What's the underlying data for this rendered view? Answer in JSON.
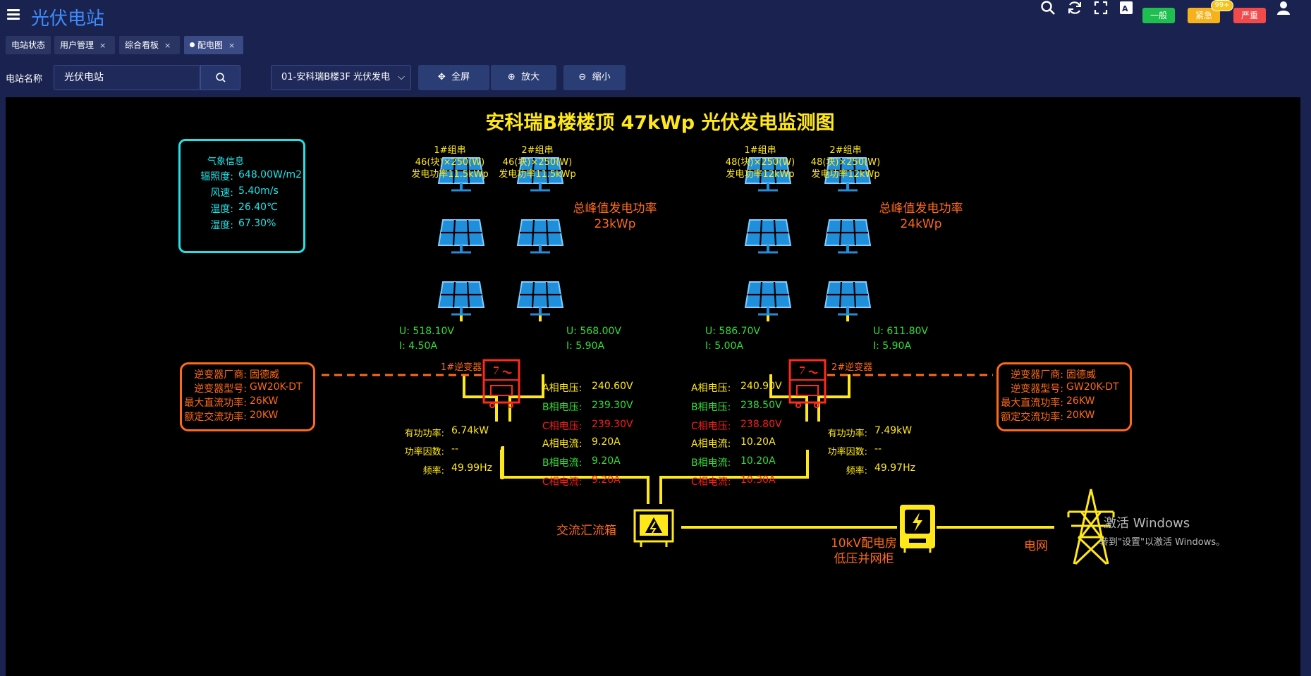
{
  "app": {
    "title": "光伏电站"
  },
  "alarms": {
    "general": "一般",
    "urgent": "紧急",
    "urgent_badge": "99+",
    "severe": "严重",
    "general_color": "#1fbf4f",
    "urgent_color": "#f6b21c",
    "severe_color": "#f24a4a"
  },
  "tabs": [
    {
      "label": "电站状态"
    },
    {
      "label": "用户管理"
    },
    {
      "label": "综合看板"
    },
    {
      "label": "配电图"
    }
  ],
  "tab_close": "×",
  "toolbar": {
    "station_label": "电站名称",
    "station_value": "光伏电站",
    "device_select": "01-安科瑞B楼3F 光伏发电",
    "fullscreen": "全屏",
    "zoom_in": "放大",
    "zoom_out": "缩小"
  },
  "diagram": {
    "title": "安科瑞B楼楼顶 47kWp 光伏发电监测图",
    "weather": {
      "heading": "气象信息",
      "irradiance_label": "辐照度:",
      "irradiance": "648.00W/m2",
      "wind_label": "风速:",
      "wind": "5.40m/s",
      "temp_label": "温度:",
      "temp": "26.40℃",
      "humidity_label": "湿度:",
      "humidity": "67.30%"
    },
    "strings": [
      {
        "name": "1#组串",
        "spec": "46(块)×250(W)",
        "power": "发电功率11.5kWp"
      },
      {
        "name": "2#组串",
        "spec": "46(块)×250(W)",
        "power": "发电功率11.5kWp"
      },
      {
        "name": "1#组串",
        "spec": "48(块)×250(W)",
        "power": "发电功率12kWp"
      },
      {
        "name": "2#组串",
        "spec": "48(块)×250(W)",
        "power": "发电功率12kWp"
      }
    ],
    "peaks": [
      {
        "label": "总峰值发电功率",
        "value": "23kWp"
      },
      {
        "label": "总峰值发电功率",
        "value": "24kWp"
      }
    ],
    "dc": [
      {
        "u": "U: 518.10V",
        "i": "I:  4.50A"
      },
      {
        "u": "U: 568.00V",
        "i": "I:  5.90A"
      },
      {
        "u": "U: 586.70V",
        "i": "I:  5.00A"
      },
      {
        "u": "U: 611.80V",
        "i": "I:  5.90A"
      }
    ],
    "inverters": [
      {
        "name": "1#逆变器",
        "maker_label": "逆变器厂商:",
        "maker": "固德威",
        "model_label": "逆变器型号:",
        "model": "GW20K-DT",
        "maxdc_label": "最大直流功率:",
        "maxdc": "26KW",
        "ratedac_label": "额定交流功率:",
        "ratedac": "20KW",
        "active_label": "有功功率:",
        "active": "6.74kW",
        "pf_label": "功率因数:",
        "pf": "--",
        "freq_label": "频率:",
        "freq": "49.99Hz",
        "phases": {
          "ua_label": "A相电压:",
          "ua": "240.60V",
          "ub_label": "B相电压:",
          "ub": "239.30V",
          "uc_label": "C相电压:",
          "uc": "239.30V",
          "ia_label": "A相电流:",
          "ia": "9.20A",
          "ib_label": "B相电流:",
          "ib": "9.20A",
          "ic_label": "C相电流:",
          "ic": "9.20A"
        }
      },
      {
        "name": "2#逆变器",
        "maker_label": "逆变器厂商:",
        "maker": "固德威",
        "model_label": "逆变器型号:",
        "model": "GW20K-DT",
        "maxdc_label": "最大直流功率:",
        "maxdc": "26KW",
        "ratedac_label": "额定交流功率:",
        "ratedac": "20KW",
        "active_label": "有功功率:",
        "active": "7.49kW",
        "pf_label": "功率因数:",
        "pf": "--",
        "freq_label": "频率:",
        "freq": "49.97Hz",
        "phases": {
          "ua_label": "A相电压:",
          "ua": "240.90V",
          "ub_label": "B相电压:",
          "ub": "238.50V",
          "uc_label": "C相电压:",
          "uc": "238.80V",
          "ia_label": "A相电流:",
          "ia": "10.20A",
          "ib_label": "B相电流:",
          "ib": "10.20A",
          "ic_label": "C相电流:",
          "ic": "10.30A"
        }
      }
    ],
    "combiner": "交流汇流箱",
    "room_line1": "10kV配电房",
    "room_line2": "低压并网柜",
    "grid": "电网"
  },
  "watermark": {
    "line1": "激活 Windows",
    "line2": "转到\"设置\"以激活 Windows。"
  }
}
